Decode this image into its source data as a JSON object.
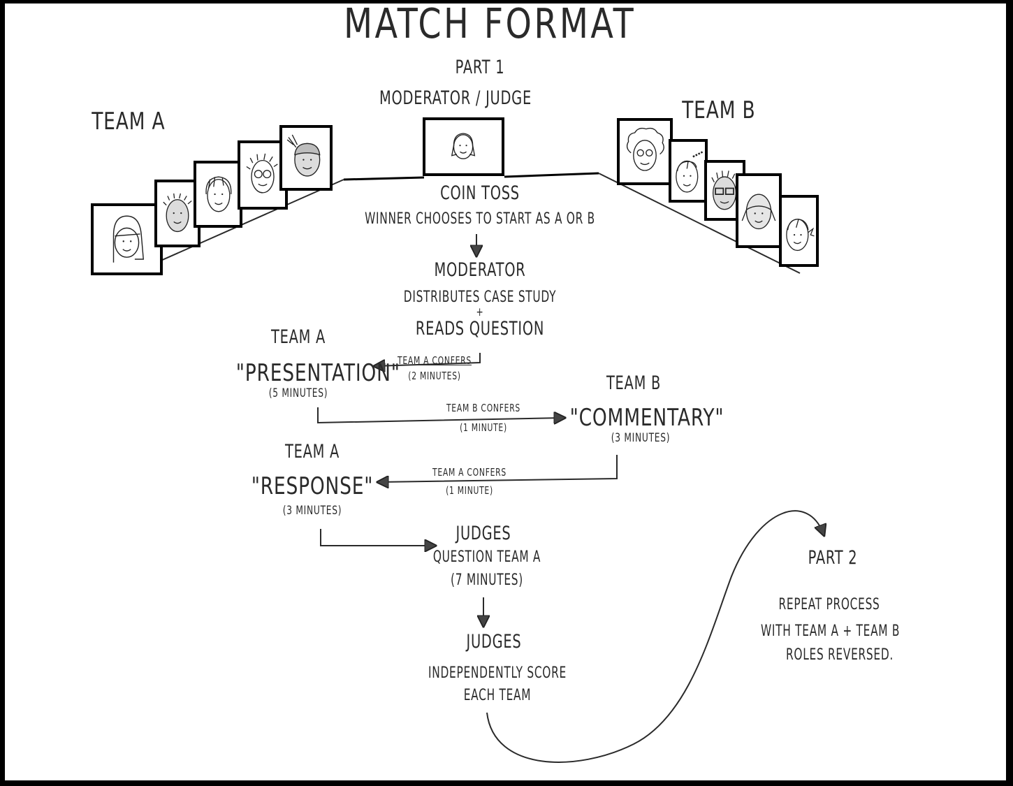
{
  "title": "Match Format",
  "part1": {
    "label": "Part 1",
    "moderator_label": "Moderator / Judge"
  },
  "team_a": {
    "label": "Team A",
    "members": [
      {
        "name": "long-hair-person",
        "shaded": false
      },
      {
        "name": "spiky-hair-person",
        "shaded": true
      },
      {
        "name": "shaggy-hair-person",
        "shaded": false
      },
      {
        "name": "glasses-spiky-person",
        "shaded": false
      },
      {
        "name": "ponytail-person",
        "shaded": true
      }
    ]
  },
  "team_b": {
    "label": "Team B",
    "members": [
      {
        "name": "curly-glasses-person",
        "shaded": false
      },
      {
        "name": "bun-hair-person",
        "shaded": false
      },
      {
        "name": "glasses-spiky-person",
        "shaded": true
      },
      {
        "name": "pigtail-person",
        "shaded": true
      },
      {
        "name": "side-ponytail-person",
        "shaded": false
      }
    ]
  },
  "flow": {
    "coin_toss": {
      "heading": "Coin Toss",
      "detail": "Winner chooses to start as A or B"
    },
    "moderator": {
      "heading": "Moderator",
      "line1": "Distributes case study",
      "plus": "+",
      "line2": "Reads question"
    },
    "presentation": {
      "team": "Team A",
      "name": "\"Presentation\"",
      "duration": "(5 minutes)"
    },
    "confer_a1": {
      "label": "Team A confers",
      "duration": "(2 minutes)"
    },
    "confer_b": {
      "label": "Team B confers",
      "duration": "(1 minute)"
    },
    "commentary": {
      "team": "Team B",
      "name": "\"Commentary\"",
      "duration": "(3 minutes)"
    },
    "confer_a2": {
      "label": "Team A confers",
      "duration": "(1 minute)"
    },
    "response": {
      "team": "Team A",
      "name": "\"Response\"",
      "duration": "(3 minutes)"
    },
    "judges_question": {
      "heading": "Judges",
      "detail": "Question Team A",
      "duration": "(7 minutes)"
    },
    "judges_score": {
      "heading": "Judges",
      "line1": "Independently score",
      "line2": "each team"
    }
  },
  "part2": {
    "label": "Part 2",
    "line1": "Repeat process",
    "line2": "with Team A + Team B",
    "line3": "roles reversed."
  },
  "colors": {
    "ink": "#2a2a2a",
    "frame": "#000000",
    "paper": "#ffffff",
    "shade": "#d8d8d8"
  }
}
